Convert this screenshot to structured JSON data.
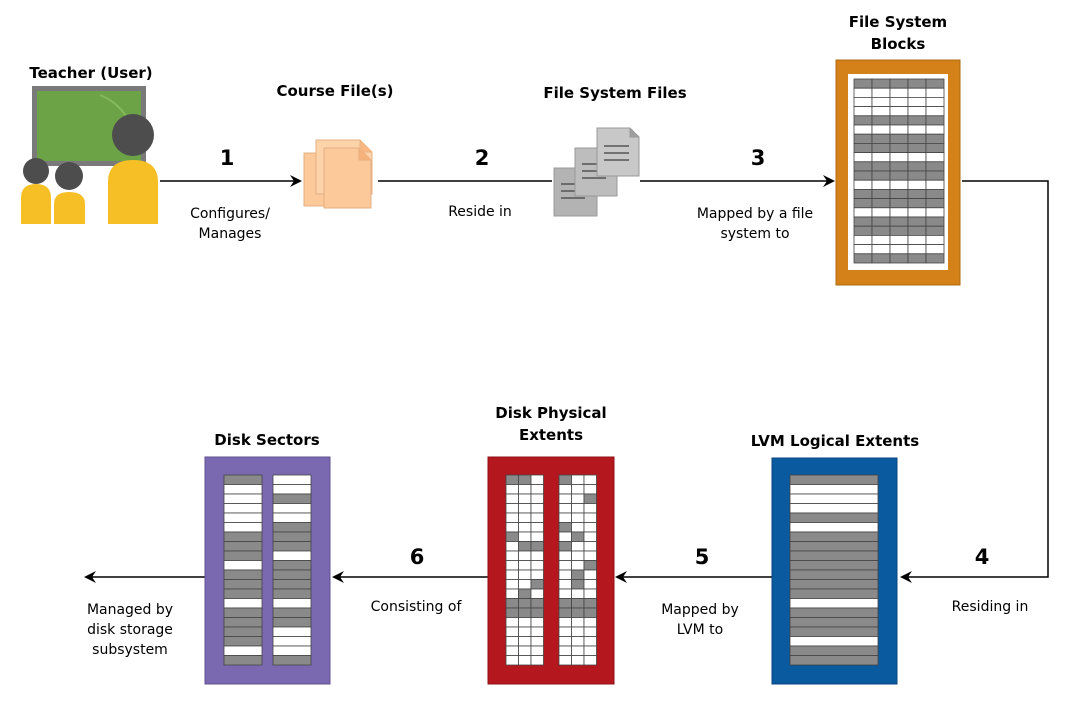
{
  "nodes": {
    "teacher": {
      "title": "Teacher (User)"
    },
    "course_files": {
      "title": "Course File(s)"
    },
    "fs_files": {
      "title": "File System Files"
    },
    "fs_blocks": {
      "title_line1": "File System",
      "title_line2": "Blocks"
    },
    "lvm_extents": {
      "title": "LVM Logical Extents"
    },
    "physical_extents": {
      "title_line1": "Disk Physical",
      "title_line2": "Extents"
    },
    "disk_sectors": {
      "title": "Disk Sectors"
    }
  },
  "steps": [
    {
      "number": "1",
      "label_line1": "Configures/",
      "label_line2": "Manages"
    },
    {
      "number": "2",
      "label_line1": "Reside in"
    },
    {
      "number": "3",
      "label_line1": "Mapped by a file",
      "label_line2": "system to"
    },
    {
      "number": "4",
      "label_line1": "Residing in"
    },
    {
      "number": "5",
      "label_line1": "Mapped by",
      "label_line2": "LVM to"
    },
    {
      "number": "6",
      "label_line1": "Consisting of"
    }
  ],
  "final": {
    "label_line1": "Managed by",
    "label_line2": "disk storage",
    "label_line3": "subsystem"
  },
  "colors": {
    "fs_blocks_border": "#d4811a",
    "lvm_border": "#0a5aa0",
    "physical_border": "#b5171e",
    "sectors_border": "#7a69b0",
    "cell_shaded": "#8a8a8a",
    "board_green": "#6da347",
    "person_yellow": "#f6bf26",
    "person_head": "#4d4d4d",
    "file_peach": "#fbc99a"
  }
}
